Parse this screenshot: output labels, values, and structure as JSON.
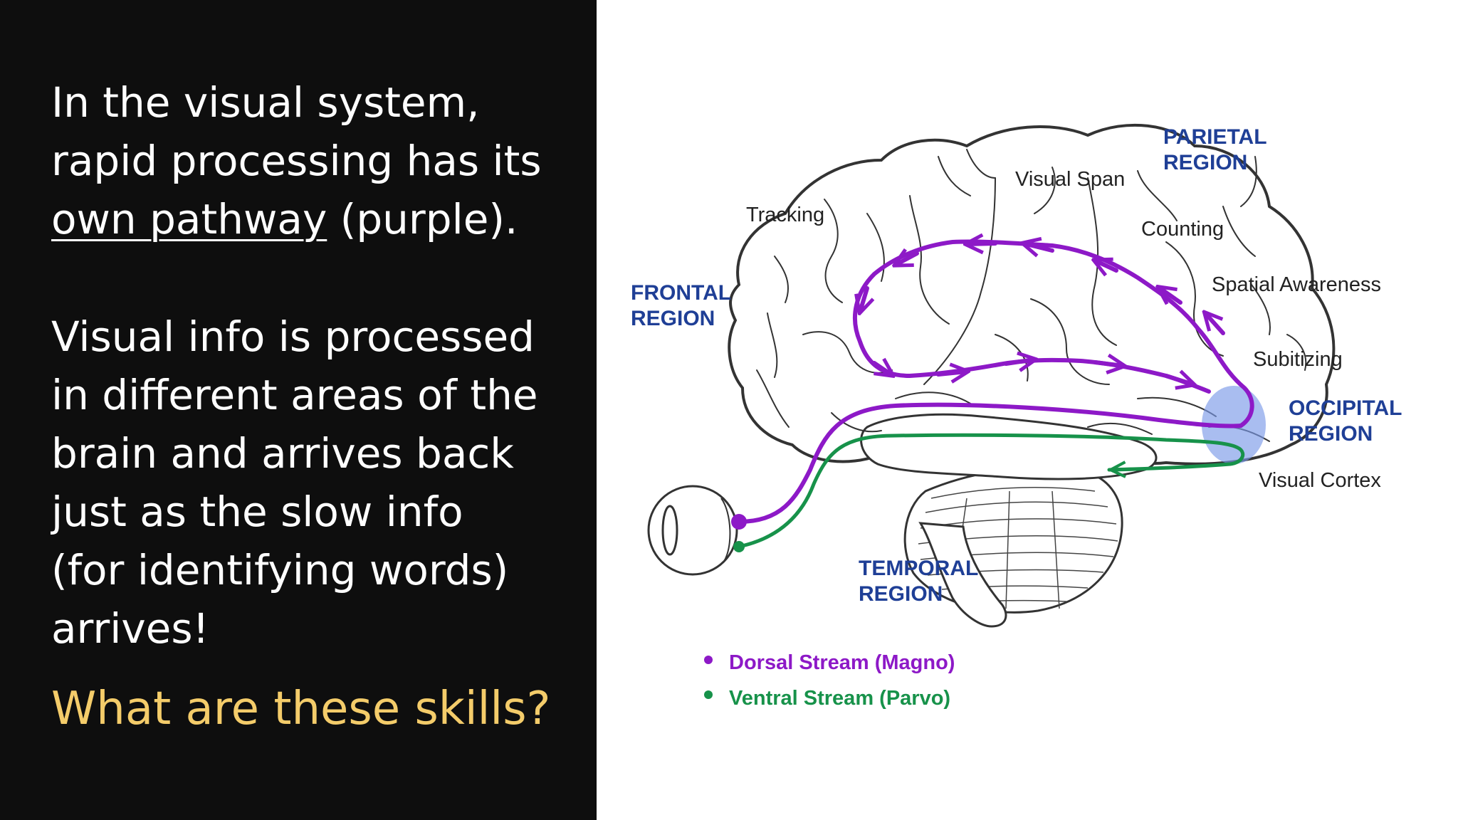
{
  "slide": {
    "paragraph_1": {
      "line_1": "In the visual system,",
      "line_2": "rapid processing has its",
      "line_3_underlined": "own pathway",
      "line_3_rest": " (purple)."
    },
    "paragraph_2": {
      "lines": [
        "Visual info is processed",
        "in different areas of the",
        "brain and arrives back",
        "just as the slow info",
        "(for identifying words)",
        "arrives!"
      ]
    },
    "question": "What are these skills?",
    "colors": {
      "background_left": "#0e0e0e",
      "text": "#ffffff",
      "question": "#f4cc6a",
      "region_label": "#1f3f96",
      "dorsal_stream": "#8d19c7",
      "ventral_stream": "#17924a",
      "visual_cortex_highlight": "#7b9ae8"
    }
  },
  "diagram": {
    "skill_labels": {
      "tracking": "Tracking",
      "visual_span": "Visual Span",
      "counting": "Counting",
      "spatial_awareness": "Spatial Awareness",
      "subitizing": "Subitizing",
      "visual_cortex": "Visual Cortex"
    },
    "regions": {
      "frontal": [
        "FRONTAL",
        "REGION"
      ],
      "parietal": [
        "PARIETAL",
        "REGION"
      ],
      "occipital": [
        "OCCIPITAL",
        "REGION"
      ],
      "temporal": [
        "TEMPORAL",
        "REGION"
      ]
    },
    "legend": {
      "dorsal": "Dorsal Stream (Magno)",
      "ventral": "Ventral Stream (Parvo)"
    }
  }
}
